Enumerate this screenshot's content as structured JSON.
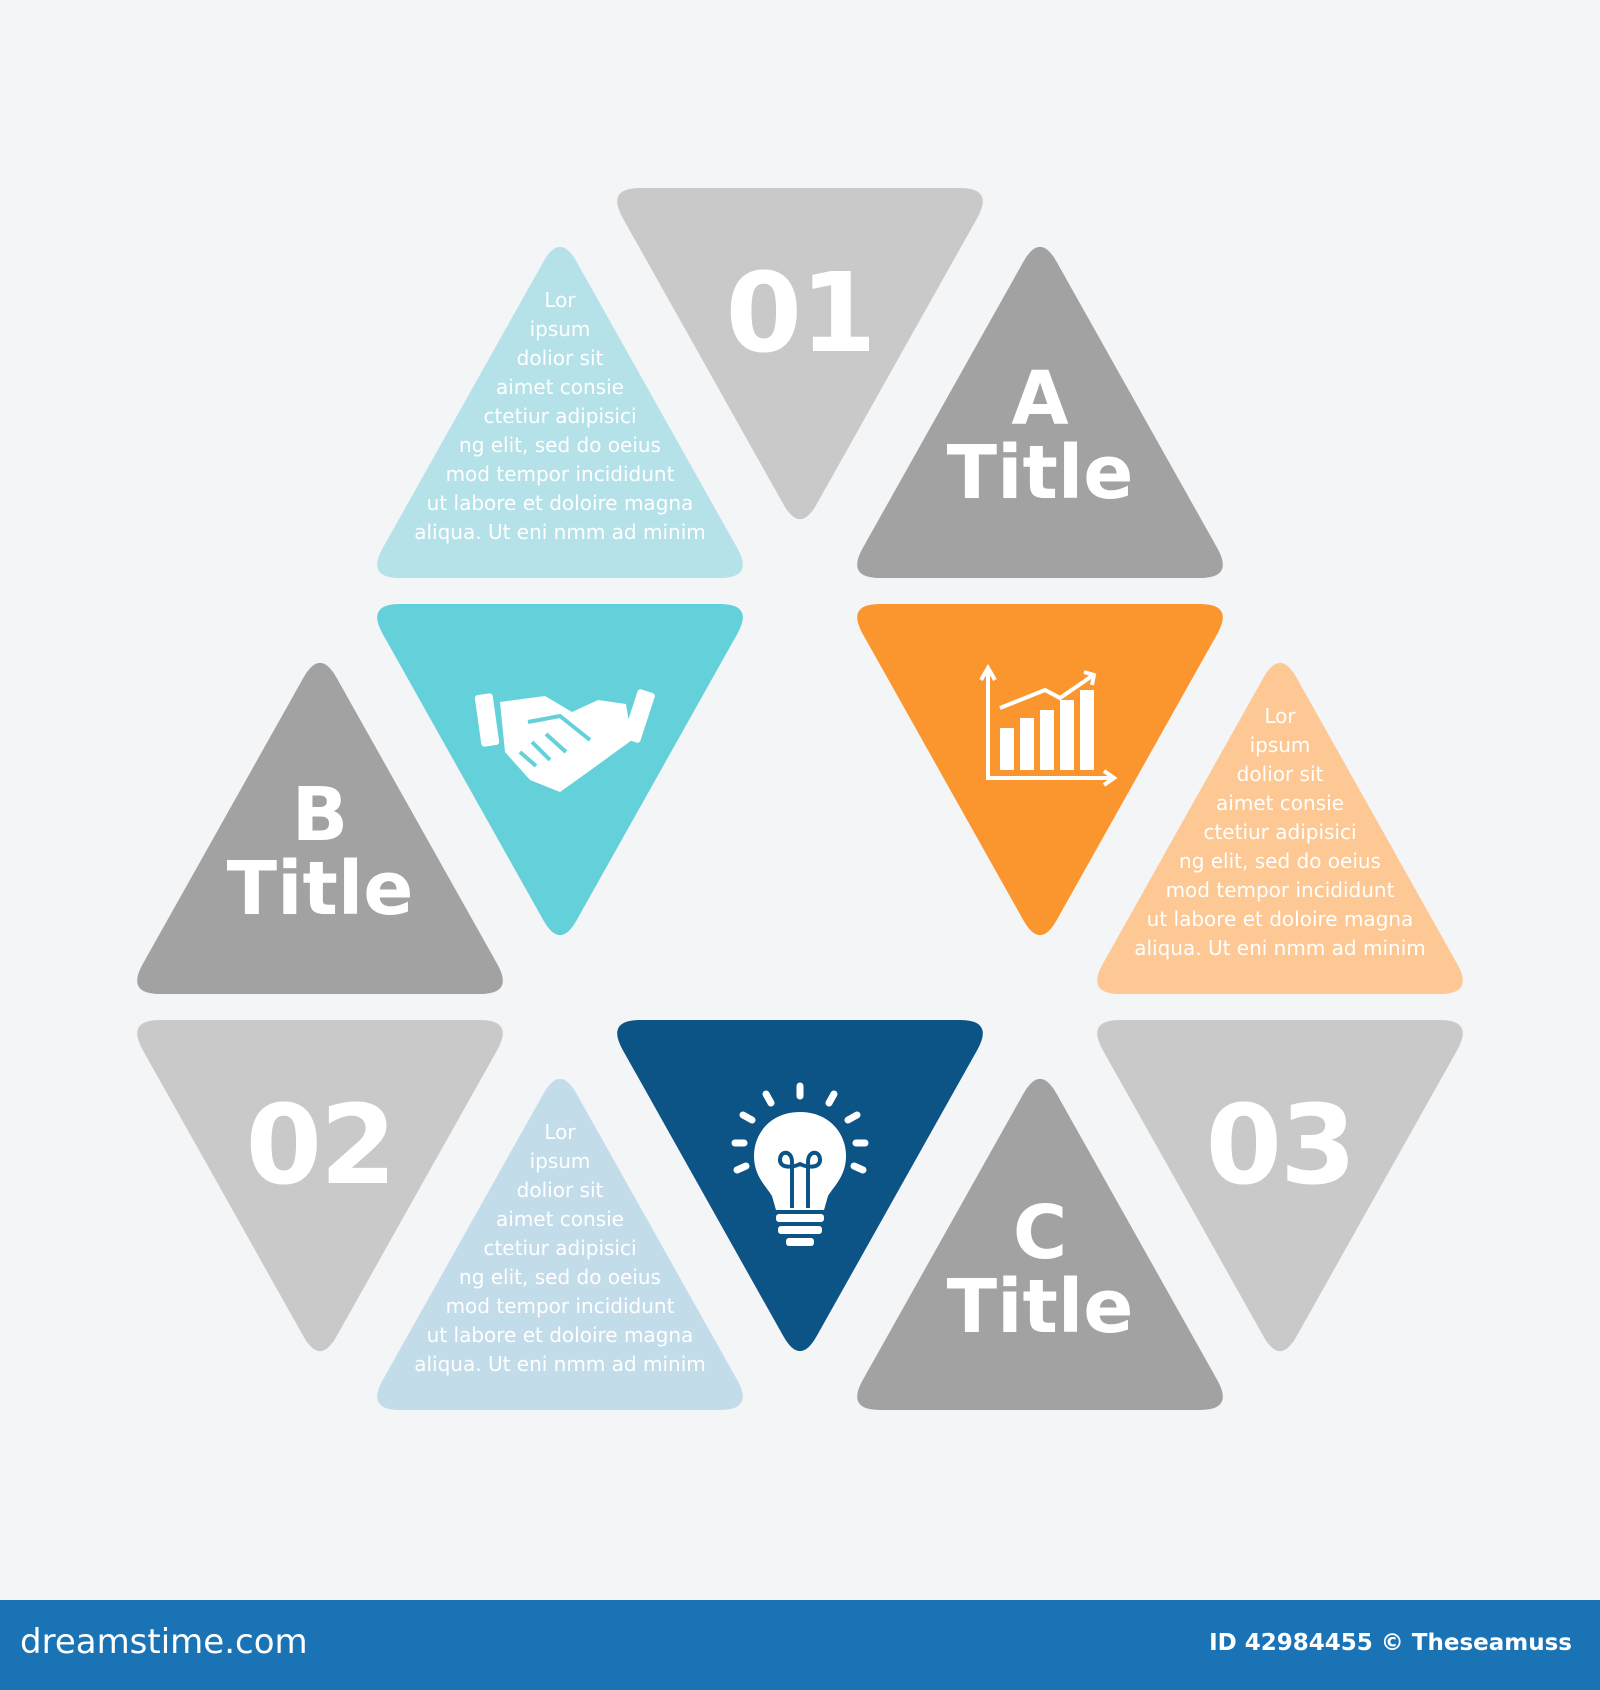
{
  "diagram": {
    "colors": {
      "background": "#f4f5f7",
      "gray_light": "#c9c9c9",
      "gray_dark": "#a2a2a2",
      "cyan_light": "#b5e2e9",
      "cyan": "#63d0da",
      "orange": "#fb962e",
      "orange_light": "#fdc894",
      "navy": "#0d5486",
      "blue_light": "#c3dcea",
      "footer": "#1a73b5"
    },
    "steps": [
      {
        "number": "01",
        "letter": "A",
        "title": "Title",
        "icon": "chart-growth-icon",
        "text_lines": [
          "Lor",
          "ipsum",
          "dolior sit",
          "aimet consie",
          "ctetiur adipisici",
          "ng elit, sed do oeius",
          "mod tempor incididunt",
          "ut labore et doloire magna",
          "aliqua. Ut eni nmm ad minim"
        ]
      },
      {
        "number": "02",
        "letter": "B",
        "title": "Title",
        "icon": "handshake-icon",
        "text_lines": [
          "Lor",
          "ipsum",
          "dolior sit",
          "aimet consie",
          "ctetiur adipisici",
          "ng elit, sed do oeius",
          "mod tempor incididunt",
          "ut labore et doloire magna",
          "aliqua. Ut eni nmm ad minim"
        ]
      },
      {
        "number": "03",
        "letter": "C",
        "title": "Title",
        "icon": "lightbulb-icon",
        "text_lines": [
          "Lor",
          "ipsum",
          "dolior sit",
          "aimet consie",
          "ctetiur adipisici",
          "ng elit, sed do oeius",
          "mod tempor incididunt",
          "ut labore et doloire magna",
          "aliqua. Ut eni nmm ad minim"
        ]
      }
    ]
  },
  "footer": {
    "brand": "dreamstime.com",
    "credit": "ID 42984455 © Theseamuss"
  }
}
